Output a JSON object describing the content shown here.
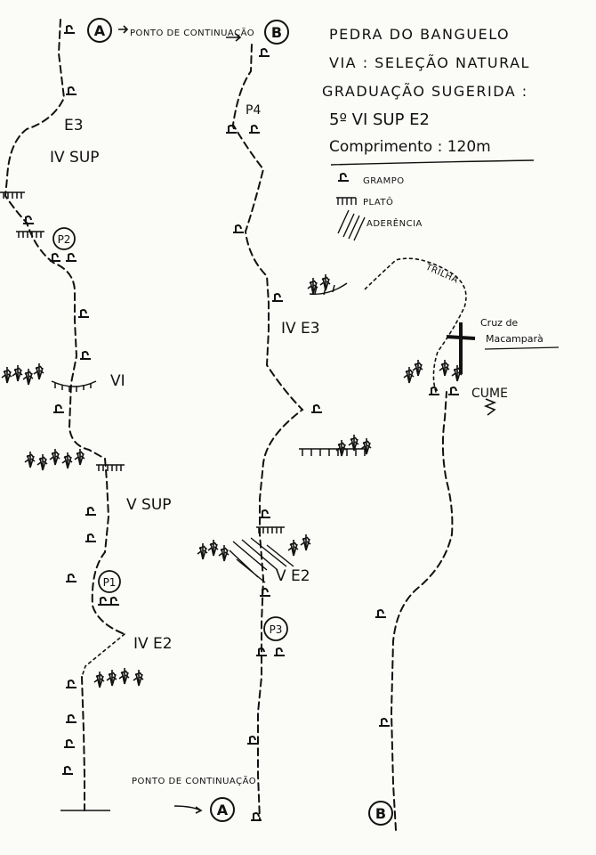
{
  "header": {
    "line1": "PEDRA DO BANGUELO",
    "line2": "VIA : SELEÇÃO NATURAL",
    "line3": "GRADUAÇÃO SUGERIDA :",
    "line4": "5º VI SUP E2",
    "line5": "Comprimento : 120m"
  },
  "legend": {
    "items": [
      {
        "icon": "bolt-icon",
        "label": "GRAMPO"
      },
      {
        "icon": "ledge-icon",
        "label": "PLATÔ"
      },
      {
        "icon": "slab-hatch-icon",
        "label": "ADERÊNCIA"
      }
    ]
  },
  "markers": {
    "a_top": "A",
    "b_top": "B",
    "a_bottom": "A",
    "b_bottom": "B",
    "continuation_top": "PONTO DE CONTINUAÇÃO",
    "continuation_bottom": "PONTO DE CONTINUAÇÃO"
  },
  "belays": {
    "p1": "P1",
    "p2": "P2",
    "p3": "P3",
    "p4": "P4"
  },
  "grades": {
    "g_e3_top": "E3",
    "g_ivsup": "IV SUP",
    "g_vi": "VI",
    "g_vsup": "V SUP",
    "g_ive2": "IV E2",
    "g_ive3": "IV E3",
    "g_ve2": "V E2"
  },
  "features": {
    "trail": "TRILHA",
    "cross_line1": "Cruz de",
    "cross_line2": "Macamparà",
    "summit": "CUME"
  }
}
